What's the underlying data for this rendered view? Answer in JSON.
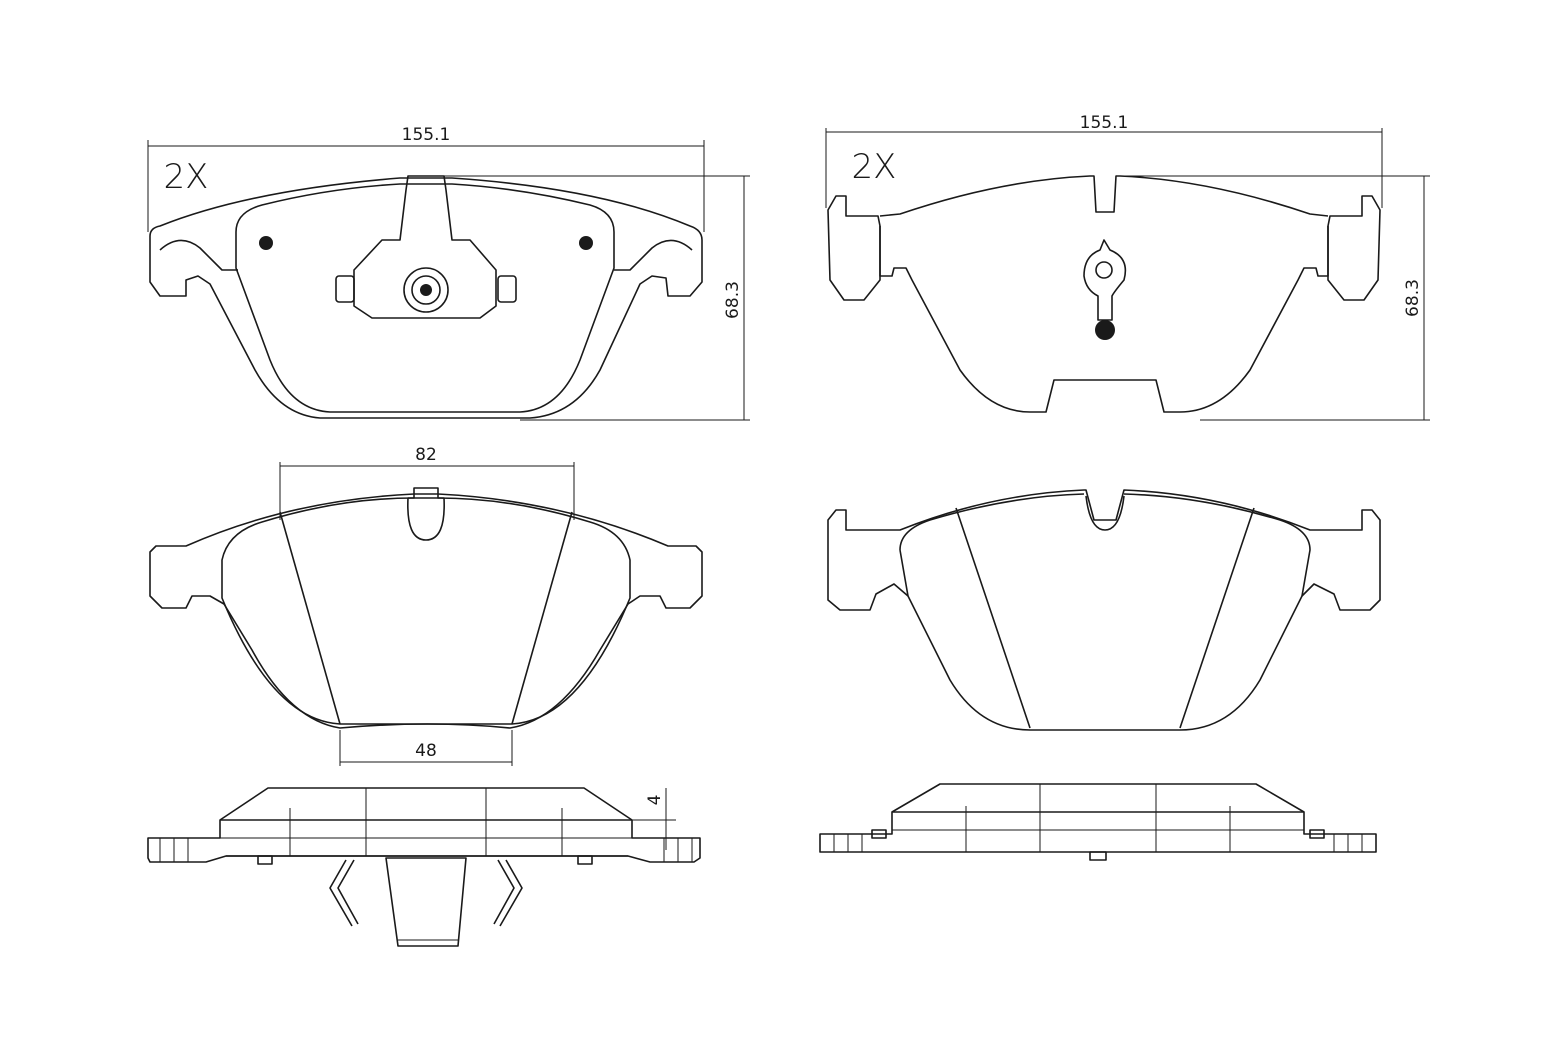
{
  "front_view_left": {
    "width_dim": "155.1",
    "height_dim": "68.3",
    "quantity": "2X"
  },
  "front_view_right": {
    "width_dim": "155.1",
    "height_dim": "68.3",
    "quantity": "2X"
  },
  "friction_view_left": {
    "top_dim": "82",
    "bottom_dim": "48"
  },
  "side_view_left": {
    "thickness_dim": "4"
  },
  "colors": {
    "line": "#1a1a1a",
    "background": "#ffffff"
  }
}
